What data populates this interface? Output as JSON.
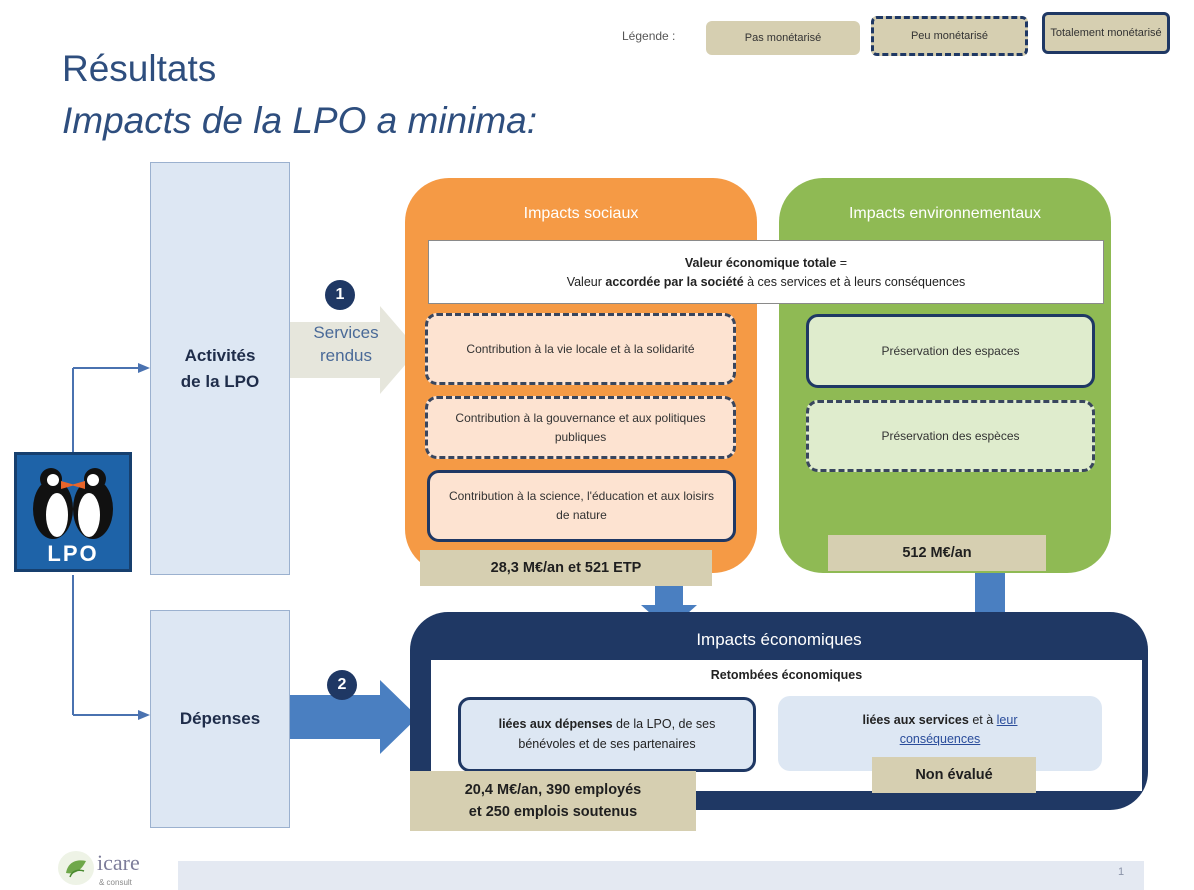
{
  "title": {
    "line1": "Résultats",
    "line2": "Impacts de la LPO a minima:"
  },
  "legend": {
    "label": "Légende :",
    "items": [
      "Pas monétarisé",
      "Peu monétarisé",
      "Totalement monétarisé"
    ]
  },
  "left": {
    "activites": "Activités de la LPO",
    "depenses": "Dépenses",
    "logo_text": "LPO"
  },
  "flows": {
    "num1": "1",
    "num2": "2",
    "services": "Services rendus"
  },
  "social": {
    "title": "Impacts sociaux",
    "boxes": [
      "Contribution à la vie locale et à la solidarité",
      "Contribution à la gouvernance et aux politiques publiques",
      "Contribution à la science, l'éducation et aux loisirs de nature"
    ],
    "value": "28,3 M€/an et 521 ETP"
  },
  "env": {
    "title": "Impacts environnementaux",
    "boxes": [
      "Préservation des espaces",
      "Préservation des espèces"
    ],
    "value": "512 M€/an"
  },
  "valeur": {
    "bold1": "Valeur économique totale",
    "suffix1": " =",
    "pre2": "Valeur ",
    "bold2": "accordée par la société",
    "post2": " à ces services et à leurs conséquences"
  },
  "eco": {
    "title": "Impacts économiques",
    "subtitle": "Retombées économiques",
    "box1_bold": "liées aux dépenses",
    "box1_rest": " de la LPO, de ses bénévoles et de ses partenaires",
    "box2_bold": "liées aux services",
    "box2_mid": " et à ",
    "box2_link1": "leur",
    "box2_link2": "conséquences",
    "non_evalue": "Non évalué",
    "value_line1": "20,4 M€/an, 390 employés",
    "value_line2": "et 250 emplois soutenus"
  },
  "footer": {
    "brand": "icare",
    "brand_sub": "& consult",
    "page": "1"
  },
  "colors": {
    "navy": "#1f3864",
    "orange": "#f59a45",
    "green": "#8fba54",
    "tan": "#d6cfb1",
    "light_blue": "#dde7f3",
    "arrow_blue": "#4a7fc1"
  }
}
